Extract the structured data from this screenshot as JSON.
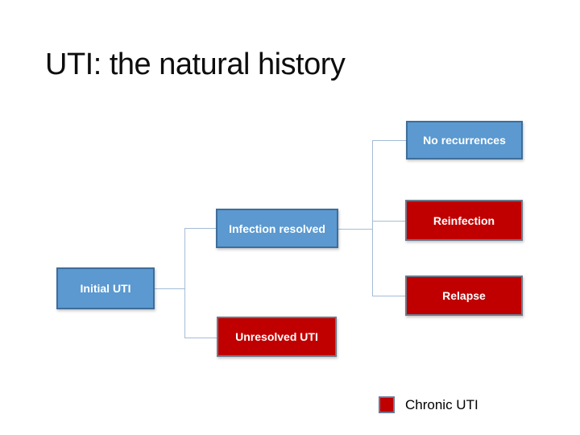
{
  "title": "UTI: the natural history",
  "colors": {
    "background": "#ffffff",
    "title_text": "#0d0d0d",
    "blue_fill": "#5b99d0",
    "blue_border": "#3f6d99",
    "red_fill": "#c00000",
    "red_border": "#6e7889",
    "connector": "#a3bcd6",
    "node_text": "#ffffff",
    "legend_text": "#000000"
  },
  "diagram": {
    "nodes": [
      {
        "id": "initial-uti",
        "label": "Initial UTI",
        "style": "blue"
      },
      {
        "id": "infection-resolved",
        "label": "Infection resolved",
        "style": "blue"
      },
      {
        "id": "unresolved-uti",
        "label": "Unresolved UTI",
        "style": "red"
      },
      {
        "id": "no-recurrences",
        "label": "No recurrences",
        "style": "blue"
      },
      {
        "id": "reinfection",
        "label": "Reinfection",
        "style": "red"
      },
      {
        "id": "relapse",
        "label": "Relapse",
        "style": "red"
      }
    ],
    "edges": [
      {
        "from": "initial-uti",
        "to": "infection-resolved"
      },
      {
        "from": "initial-uti",
        "to": "unresolved-uti"
      },
      {
        "from": "infection-resolved",
        "to": "no-recurrences"
      },
      {
        "from": "infection-resolved",
        "to": "reinfection"
      },
      {
        "from": "infection-resolved",
        "to": "relapse"
      }
    ]
  },
  "legend": {
    "label": "Chronic UTI",
    "swatch_color": "#c00000"
  }
}
